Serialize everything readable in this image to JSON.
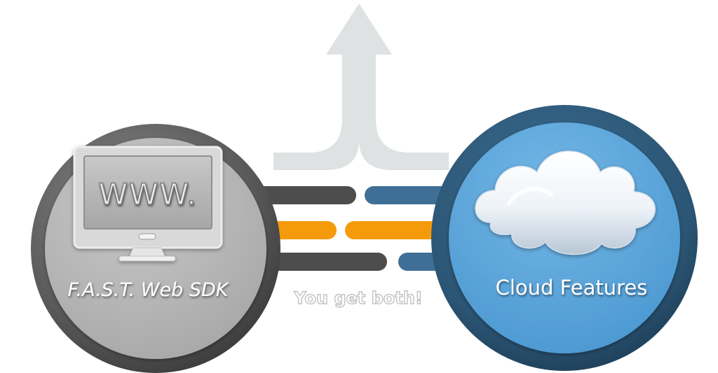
{
  "left_node": {
    "screen_text": "WWW.",
    "label": "F.A.S.T. Web SDK"
  },
  "right_node": {
    "label": "Cloud Features"
  },
  "connector": {
    "caption": "You get both!"
  },
  "colors": {
    "left_ring": "#5c5c5c",
    "left_fill": "#b9b8b9",
    "right_ring": "#2d5877",
    "right_fill": "#5aa6dc",
    "dark_connector": "#4d4d4d",
    "orange_connector": "#f59a0a",
    "blue_connector": "#3f6f96",
    "arrow": "#dfe2e2"
  },
  "icons": {
    "monitor": "monitor-icon",
    "cloud": "cloud-icon",
    "merge_arrow": "merge-arrow-icon"
  }
}
